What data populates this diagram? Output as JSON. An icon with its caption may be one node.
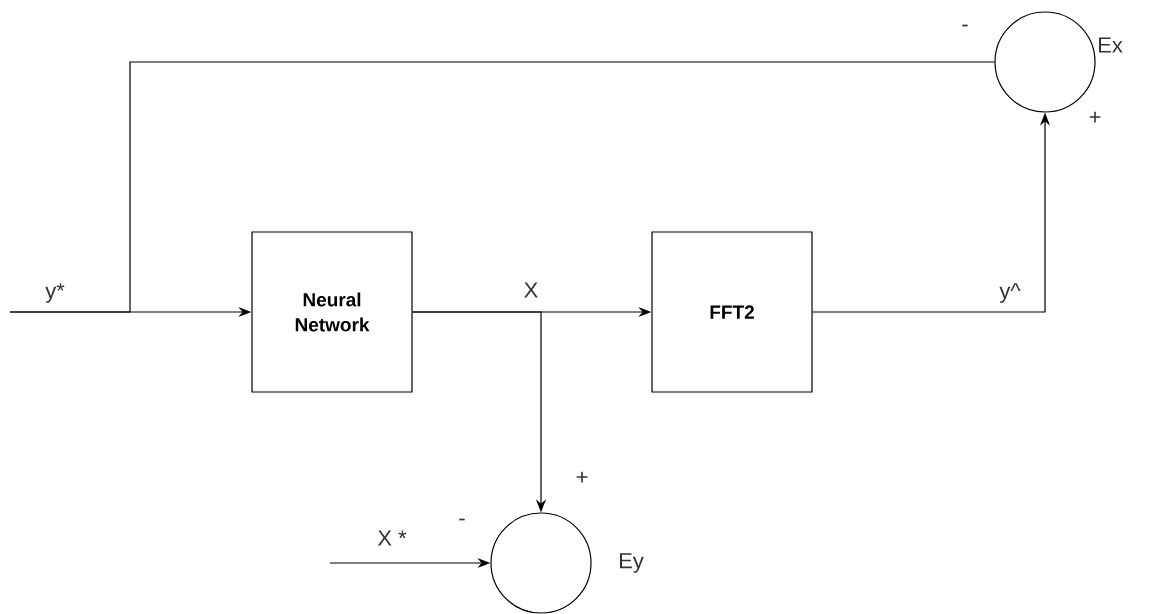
{
  "diagram": {
    "nodes": [
      {
        "text": [
          "Neural Network"
        ]
      },
      {
        "text": [
          "FFT2"
        ]
      },
      {
        "text": [],
        "shape": "circle",
        "beside": [
          "-",
          "Ex",
          "+"
        ]
      },
      {
        "text": [],
        "shape": "circle",
        "beside": [
          "+",
          "-",
          "Ey"
        ]
      }
    ],
    "edges": [
      {
        "from": null,
        "to": 0,
        "arrow": "to",
        "label": "y*"
      },
      {
        "from": null,
        "to": 2,
        "arrow": "none"
      },
      {
        "from": 0,
        "to": 1,
        "arrow": "to",
        "label": "X"
      },
      {
        "from": 0,
        "to": 3,
        "arrow": "to"
      },
      {
        "from": 1,
        "to": 2,
        "arrow": "to",
        "label": "y^"
      },
      {
        "from": null,
        "to": 3,
        "arrow": "to",
        "label": "X *"
      }
    ]
  }
}
